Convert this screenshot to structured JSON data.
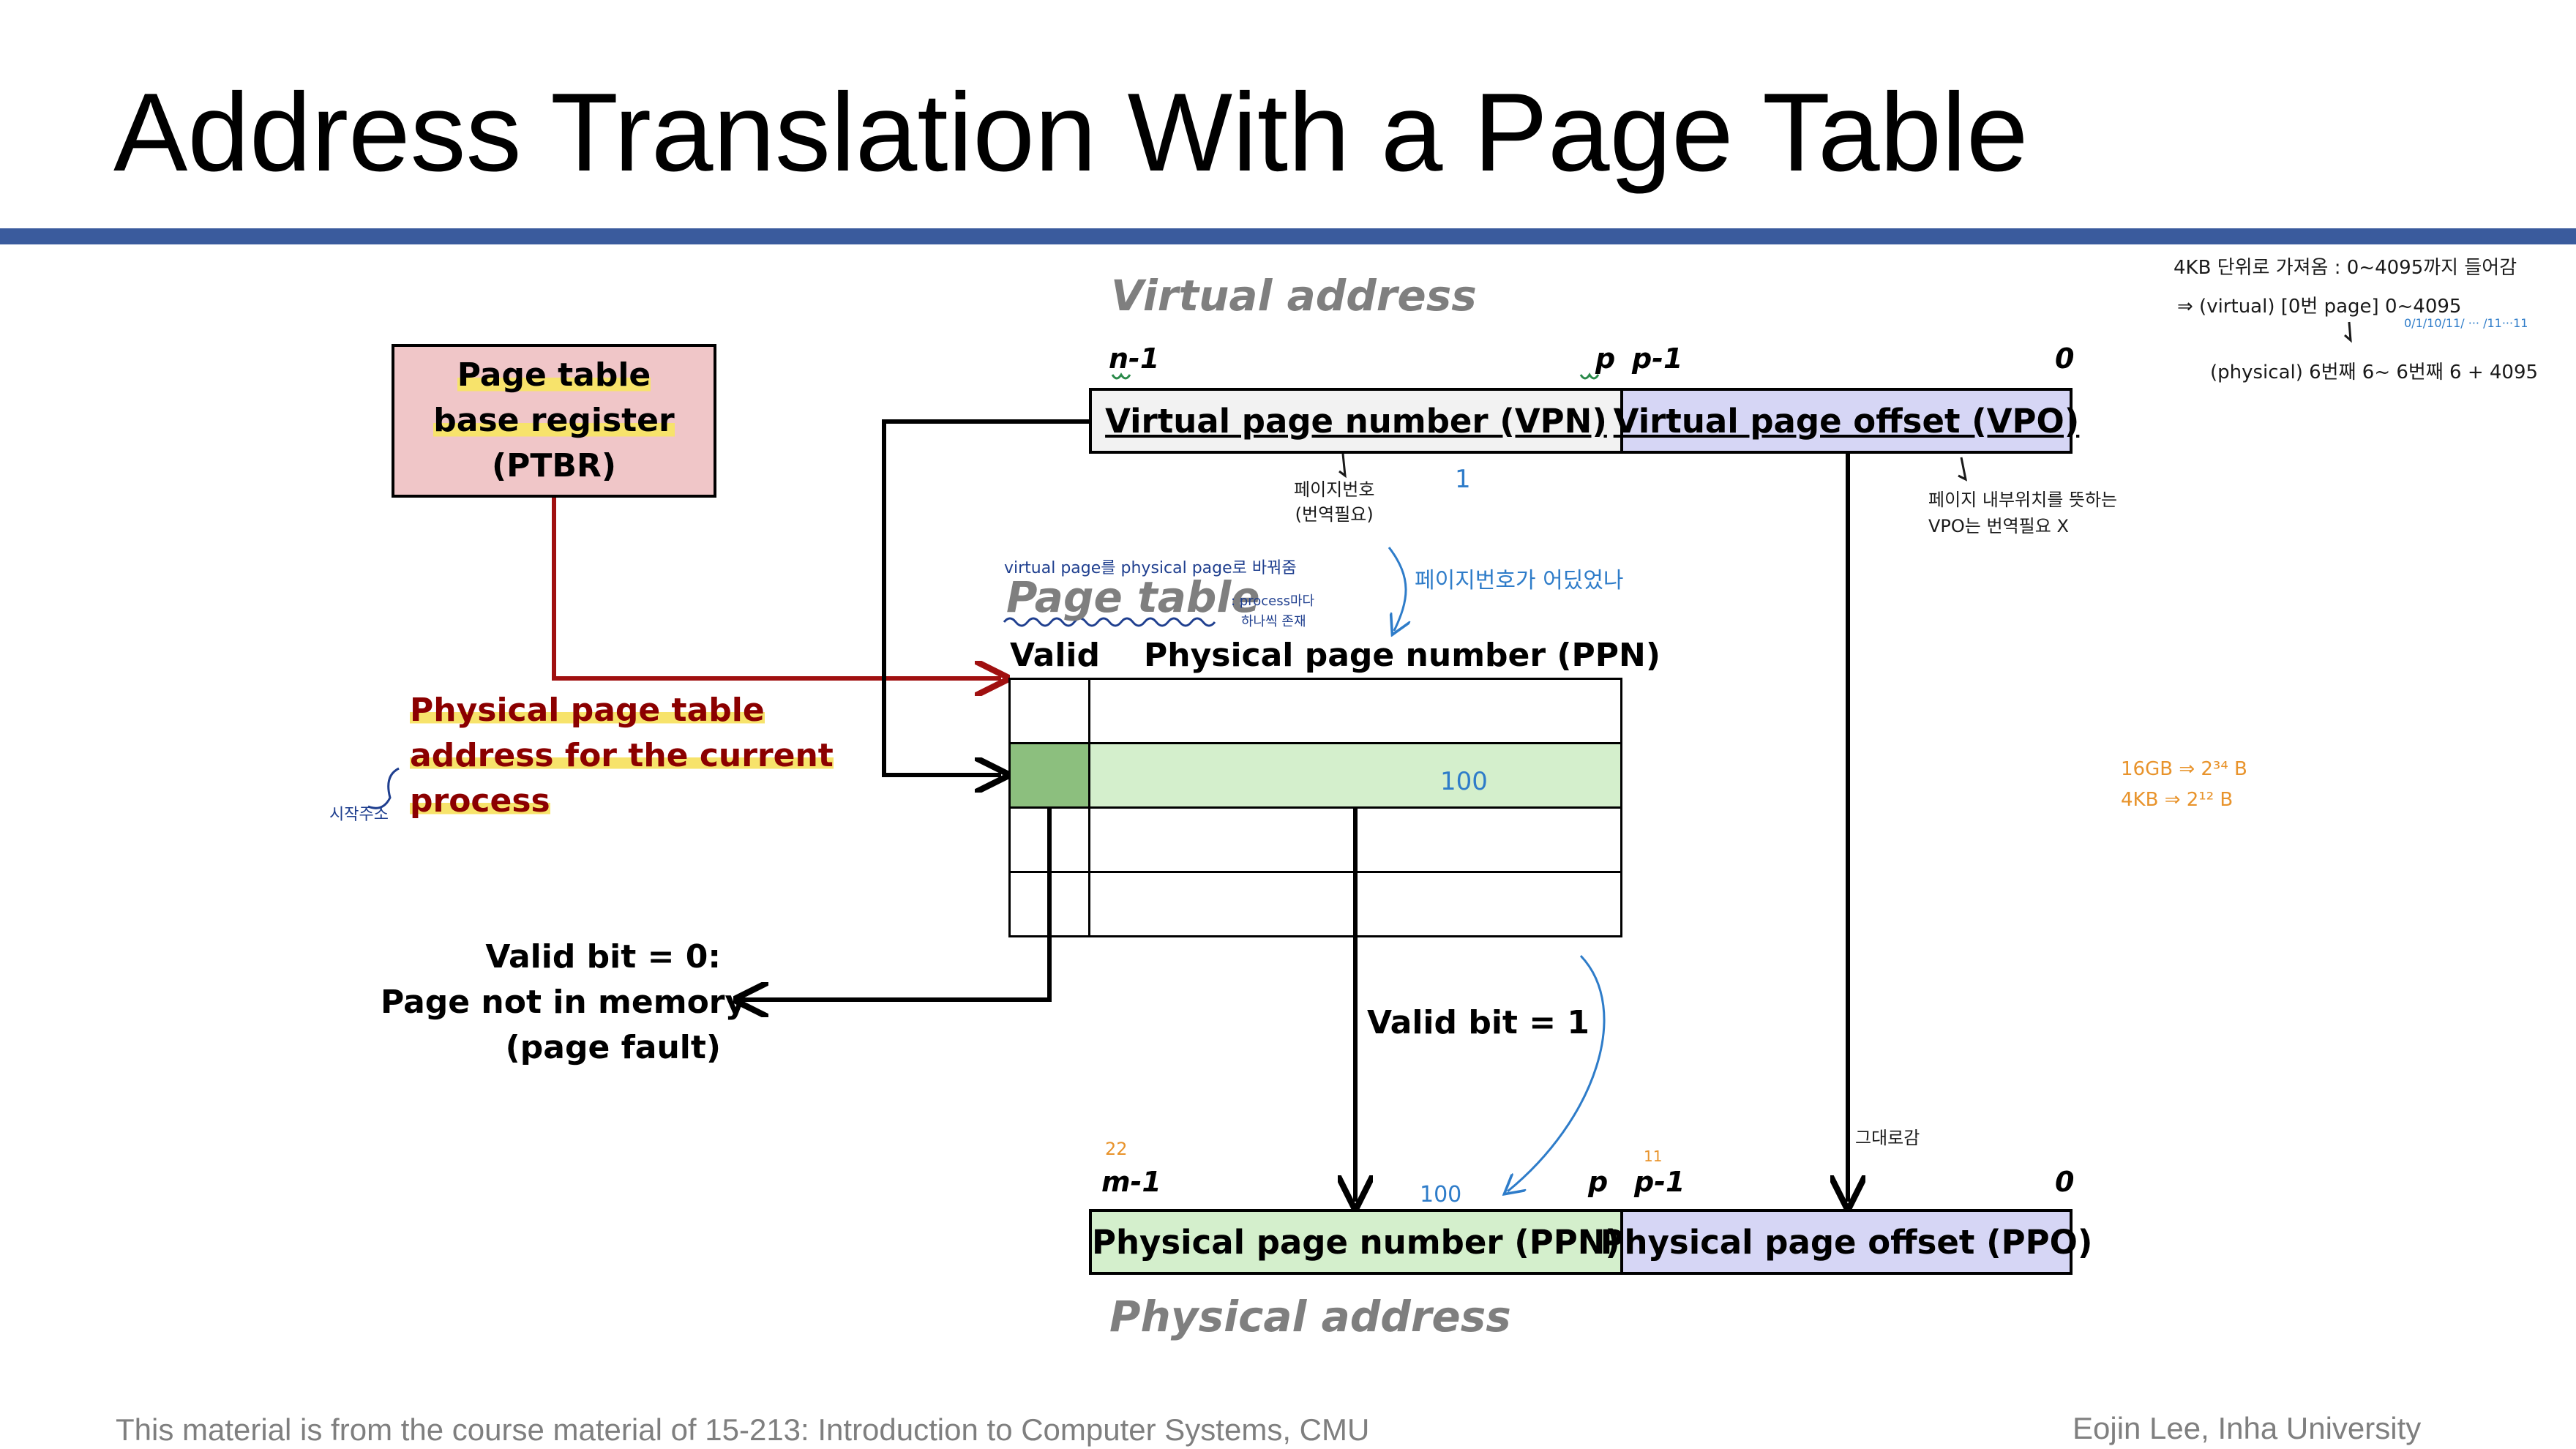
{
  "title": "Address Translation With a Page Table",
  "virtual_address": {
    "label": "Virtual address",
    "bit_n1": "n-1",
    "bit_p": "p",
    "bit_p1": "p-1",
    "bit_0": "0",
    "vpn": "Virtual page number (VPN)",
    "vpo": "Virtual page offset (VPO)"
  },
  "ptbr": {
    "line1": "Page table",
    "line2": "base register",
    "line3": "(PTBR)"
  },
  "page_table": {
    "label": "Page table",
    "valid_header": "Valid",
    "ppn_header": "Physical page number (PPN)"
  },
  "ptbr_note": {
    "line1": "Physical page table",
    "line2": "address for the current",
    "line3": "process"
  },
  "valid0": {
    "line1": "Valid bit = 0:",
    "line2": "Page not in memory",
    "line3": "(page fault)"
  },
  "valid1": "Valid bit = 1",
  "physical_address": {
    "label": "Physical address",
    "bit_m1": "m-1",
    "bit_p": "p",
    "bit_p1": "p-1",
    "bit_0": "0",
    "ppn": "Physical page number (PPN)",
    "ppo": "Physical page offset (PPO)"
  },
  "footer": {
    "left": "This material is from the course material of 15-213: Introduction to Computer Systems, CMU",
    "right": "Eojin Lee, Inha University"
  },
  "handwritten": {
    "top_right_1": "4KB 단위로 가져옴 : 0~4095까지 들어감",
    "top_right_2": "⇒ (virtual) [0번 page] 0~4095",
    "top_right_3": "0/1/10/11/ ··· /11···11",
    "top_right_4": "(physical) 6번째 6~ 6번째 6 + 4095",
    "vpn_note_1": "페이지번호",
    "vpn_note_2": "(번역필요)",
    "one": "1",
    "vpo_note_1": "페이지 내부위치를 뜻하는",
    "vpo_note_2": "VPO는 번역필요 X",
    "vp_to_pp": "virtual page를 physical page로 바꿔줌",
    "process_note_1": ": process마다",
    "process_note_2": "하나씩 존재",
    "ppn_where": "페이지번호가 어딨었나",
    "hundred_1": "100",
    "sizes_1": "16GB ⇒ 2³⁴ B",
    "sizes_2": "4KB ⇒ 2¹² B",
    "start_addr": "시작주소",
    "n22": "22",
    "n11": "11",
    "hundred_2": "100",
    "as_is": "그대로감"
  },
  "colors": {
    "rule": "#3a5b9d",
    "vpn_fill": "#f2f2f2",
    "vpo_fill": "#d6d6f5",
    "ptbr_fill": "#f0c6c8",
    "valid_fill": "#8cbf7e",
    "ppn_fill": "#d4efcc",
    "dark_red": "#8b0000",
    "note_blue": "#2e7cc9",
    "note_orange": "#e8932b"
  }
}
